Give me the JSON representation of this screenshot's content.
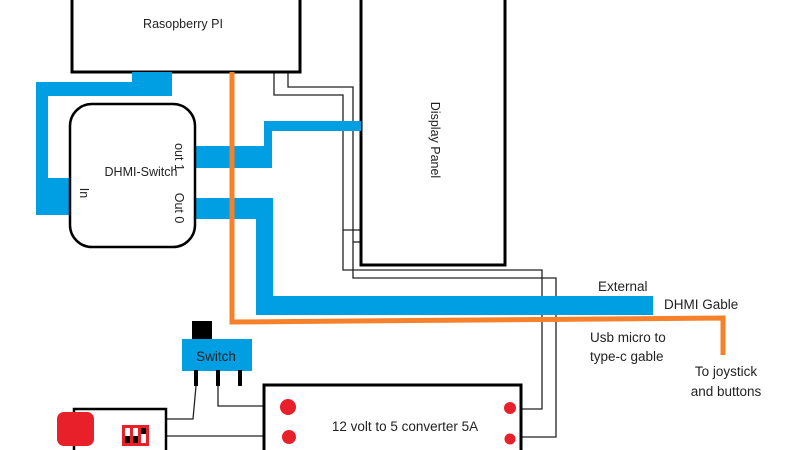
{
  "diagram": {
    "title": "Raspberry Pi portable wiring diagram",
    "colors": {
      "hdmi_cable": "#009fe3",
      "usb_cable": "#f7802a",
      "component_outline": "#000000",
      "wire": "#222222",
      "terminal": "#e8202a",
      "power_plug": "#e8202a",
      "switch_body": "#009fe3"
    },
    "components": {
      "raspberry_pi": {
        "label": "Rasopberry PI"
      },
      "hdmi_switch": {
        "label": "DHMI-Switch",
        "ports": {
          "in": "In",
          "out1": "out 1",
          "out0": "Out 0"
        }
      },
      "display_panel": {
        "label": "Display Panel"
      },
      "power_switch": {
        "label": "Switch"
      },
      "converter": {
        "label": "12 volt to 5 converter 5A"
      },
      "battery_pack": {
        "label": ""
      }
    },
    "annotations": {
      "external_line1": "External",
      "external_line2": "DHMI Gable",
      "usb_line1": "Usb micro to",
      "usb_line2": "type-c gable",
      "joystick_line1": "To joystick",
      "joystick_line2": "and buttons"
    }
  }
}
